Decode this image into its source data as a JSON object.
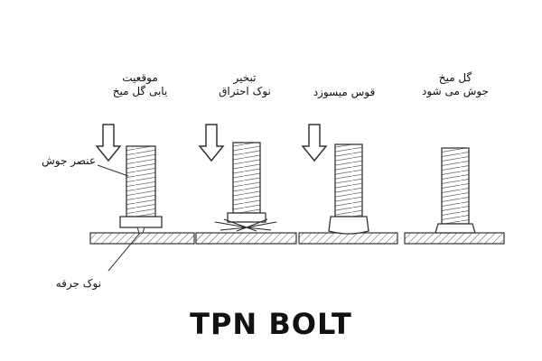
{
  "stages": [
    {
      "label": "موقعیت\nیابی گل میخ"
    },
    {
      "label": "تبخیر\nنوک احتراق"
    },
    {
      "label": "قوس میسوزد"
    },
    {
      "label": "گل میخ\nجوش می شود"
    }
  ],
  "callouts": {
    "weld_element": "عنصر جوش",
    "ignition_tip": "نوک جرقه"
  },
  "brand": "TPN BOLT",
  "colors": {
    "line": "#333333",
    "hatch": "#555555"
  }
}
